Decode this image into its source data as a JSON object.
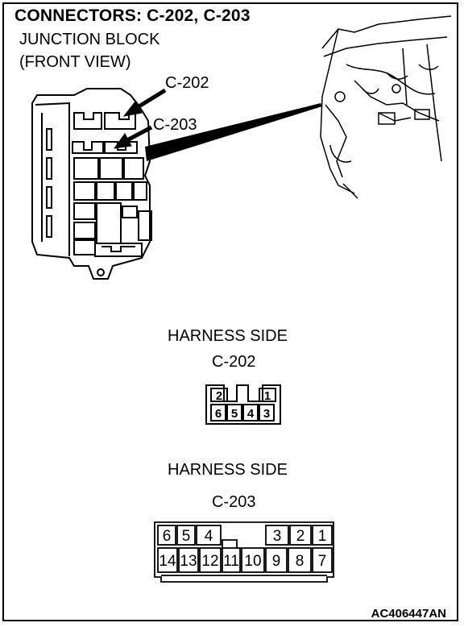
{
  "title": "CONNECTORS: C-202, C-203",
  "subtitle_line1": "JUNCTION BLOCK",
  "subtitle_line2": "(FRONT VIEW)",
  "callouts": {
    "upper": "C-202",
    "lower": "C-203"
  },
  "connector_c202": {
    "heading": "HARNESS SIDE",
    "id": "C-202",
    "top_row": [
      "2",
      "1"
    ],
    "bottom_row": [
      "6",
      "5",
      "4",
      "3"
    ]
  },
  "connector_c203": {
    "heading": "HARNESS SIDE",
    "id": "C-203",
    "top_row": [
      "6",
      "5",
      "4",
      "3",
      "2",
      "1"
    ],
    "bottom_row": [
      "14",
      "13",
      "12",
      "11",
      "10",
      "9",
      "8",
      "7"
    ]
  },
  "figure_id": "AC406447AN"
}
